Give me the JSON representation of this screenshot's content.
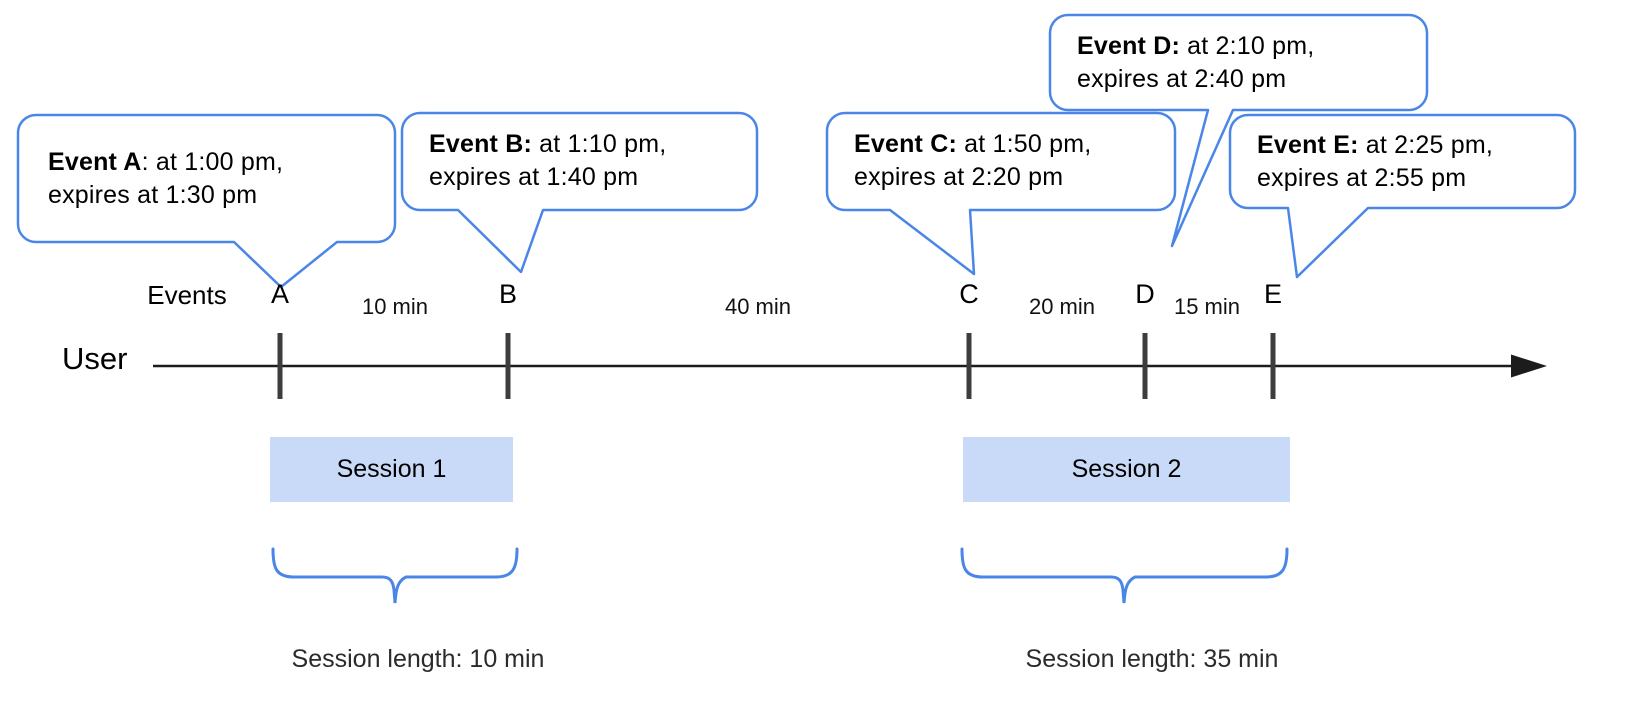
{
  "axis": {
    "events_label": "Events",
    "user_label": "User"
  },
  "events": [
    {
      "letter": "A",
      "bold": "Event A",
      "rest": ": at 1:00 pm,",
      "line2": "expires at 1:30 pm"
    },
    {
      "letter": "B",
      "bold": "Event B:",
      "rest": " at 1:10 pm,",
      "line2": "expires at 1:40 pm"
    },
    {
      "letter": "C",
      "bold": "Event C:",
      "rest": " at 1:50 pm,",
      "line2": "expires at 2:20 pm"
    },
    {
      "letter": "D",
      "bold": "Event D:",
      "rest": " at 2:10 pm,",
      "line2": "expires at 2:40 pm"
    },
    {
      "letter": "E",
      "bold": "Event E:",
      "rest": " at 2:25 pm,",
      "line2": "expires at 2:55 pm"
    }
  ],
  "intervals": [
    {
      "label": "10 min"
    },
    {
      "label": "40 min"
    },
    {
      "label": "20 min"
    },
    {
      "label": "15 min"
    }
  ],
  "sessions": [
    {
      "label": "Session 1",
      "length_label": "Session length: 10 min"
    },
    {
      "label": "Session 2",
      "length_label": "Session length: 35 min"
    }
  ],
  "colors": {
    "accent": "#4a86e8",
    "session_fill": "#c9daf8",
    "axis_line": "#1c1c1c",
    "tick": "#3d3d3d"
  }
}
